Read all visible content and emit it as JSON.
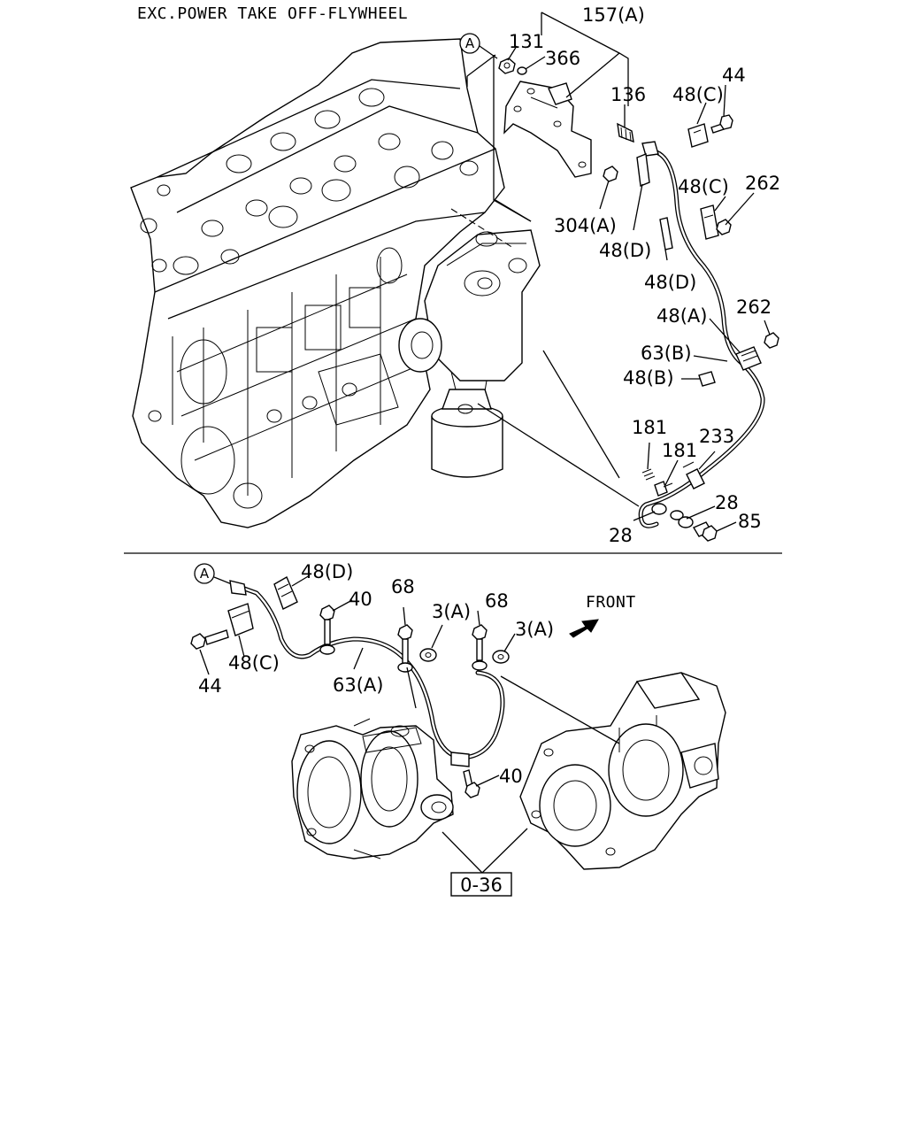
{
  "header": {
    "title": "EXC.POWER TAKE OFF-FLYWHEEL"
  },
  "ref_marker": {
    "letter": "A"
  },
  "front_label": "FRONT",
  "page_ref": "0-36",
  "callouts": {
    "c157a": "157(A)",
    "c131": "131",
    "c366": "366",
    "c136": "136",
    "c48c_top": "48(C)",
    "c44_top": "44",
    "c48c_mid": "48(C)",
    "c262_top": "262",
    "c304a": "304(A)",
    "c48d_a": "48(D)",
    "c48d_b": "48(D)",
    "c48a": "48(A)",
    "c262_mid": "262",
    "c63b": "63(B)",
    "c48b": "48(B)",
    "c181_a": "181",
    "c181_b": "181",
    "c233": "233",
    "c28_a": "28",
    "c28_b": "28",
    "c85": "85",
    "c48d_low": "48(D)",
    "c40_a": "40",
    "c68_a": "68",
    "c3a_a": "3(A)",
    "c68_b": "68",
    "c3a_b": "3(A)",
    "c44_low": "44",
    "c48c_low": "48(C)",
    "c63a": "63(A)",
    "c40_b": "40"
  }
}
